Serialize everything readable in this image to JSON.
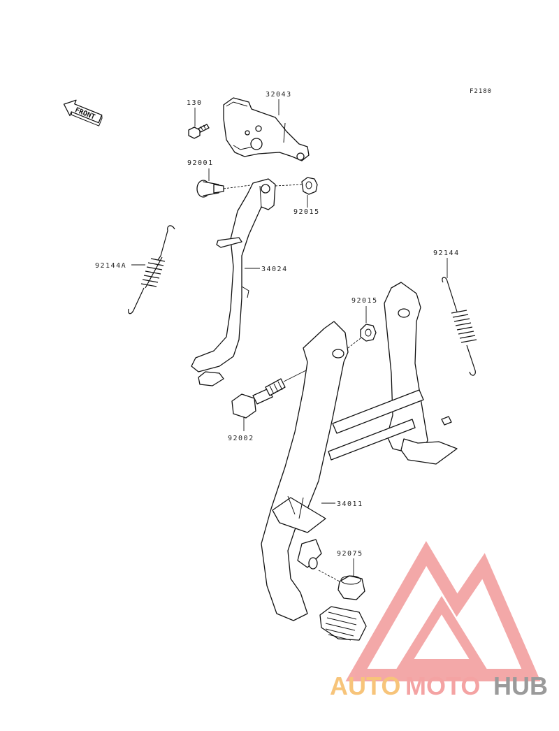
{
  "figure_code": "F2180",
  "front_label": "FRONT",
  "parts": [
    {
      "number": "130"
    },
    {
      "number": "32043"
    },
    {
      "number": "92001"
    },
    {
      "number": "92015"
    },
    {
      "number": "92144A"
    },
    {
      "number": "34024"
    },
    {
      "number": "92144"
    },
    {
      "number": "92015"
    },
    {
      "number": "92002"
    },
    {
      "number": "34011"
    },
    {
      "number": "92075"
    }
  ],
  "watermark": {
    "part1": "AUTO",
    "part2": "MOTO",
    "part3": "HUB",
    "colors": {
      "auto": "#f7c47a",
      "moto": "#f4a3a3",
      "hub": "#9a9a9a",
      "logo": "#f29a9a"
    }
  }
}
